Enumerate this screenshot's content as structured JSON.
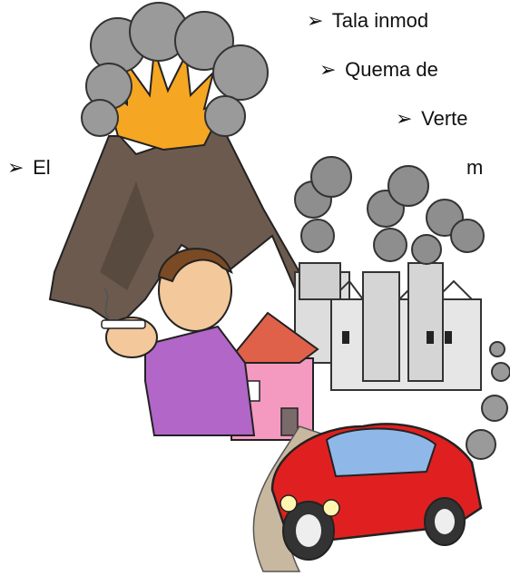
{
  "bullets": [
    {
      "arrow": "➢",
      "text": "Tala inmod"
    },
    {
      "arrow": "➢",
      "text": "Quema de"
    },
    {
      "arrow": "➢",
      "text": "Verte"
    },
    {
      "arrow": "➢",
      "text": "El"
    },
    {
      "arrow": "",
      "text": "m"
    }
  ],
  "colors": {
    "smoke": "#9a9a9a",
    "lava": "#f5a623",
    "volcano": "#6d5a4e",
    "car": "#e02020",
    "house": "#f49ac1",
    "roof": "#e0614a",
    "shirt": "#b266c8"
  }
}
